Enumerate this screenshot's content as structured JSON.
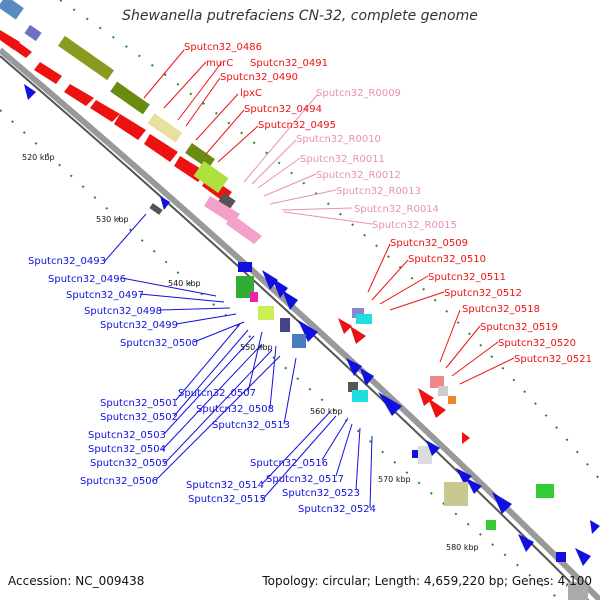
{
  "title": "Shewanella putrefaciens CN-32, complete genome",
  "footer": {
    "accession": "Accession: NC_009438",
    "topology": "Topology: circular; Length: 4,659,220 bp; Genes: 4,100"
  },
  "colors": {
    "forward_protein": "#ee1111",
    "reverse_protein": "#1111dd",
    "rna": "#f4a0c8",
    "backbone": "#999999",
    "rna_label": "#e890b8"
  },
  "ticks": [
    "520 kbp",
    "530 kbp",
    "540 kbp",
    "550 kbp",
    "560 kbp",
    "570 kbp",
    "580 kbp"
  ],
  "labels": {
    "red": [
      "Sputcn32_0486",
      "murC",
      "Sputcn32_0491",
      "Sputcn32_0490",
      "lpxC",
      "Sputcn32_0494",
      "Sputcn32_0495",
      "Sputcn32_0509",
      "Sputcn32_0510",
      "Sputcn32_0511",
      "Sputcn32_0512",
      "Sputcn32_0518",
      "Sputcn32_0519",
      "Sputcn32_0520",
      "Sputcn32_0521"
    ],
    "pink": [
      "Sputcn32_R0009",
      "Sputcn32_R0010",
      "Sputcn32_R0011",
      "Sputcn32_R0012",
      "Sputcn32_R0013",
      "Sputcn32_R0014",
      "Sputcn32_R0015"
    ],
    "blue": [
      "Sputcn32_0493",
      "Sputcn32_0496",
      "Sputcn32_0497",
      "Sputcn32_0498",
      "Sputcn32_0499",
      "Sputcn32_0500",
      "Sputcn32_0501",
      "Sputcn32_0507",
      "Sputcn32_0502",
      "Sputcn32_0508",
      "Sputcn32_0503",
      "Sputcn32_0513",
      "Sputcn32_0504",
      "Sputcn32_0505",
      "Sputcn32_0506",
      "Sputcn32_0516",
      "Sputcn32_0517",
      "Sputcn32_0514",
      "Sputcn32_0523",
      "Sputcn32_0515",
      "Sputcn32_0524"
    ]
  }
}
